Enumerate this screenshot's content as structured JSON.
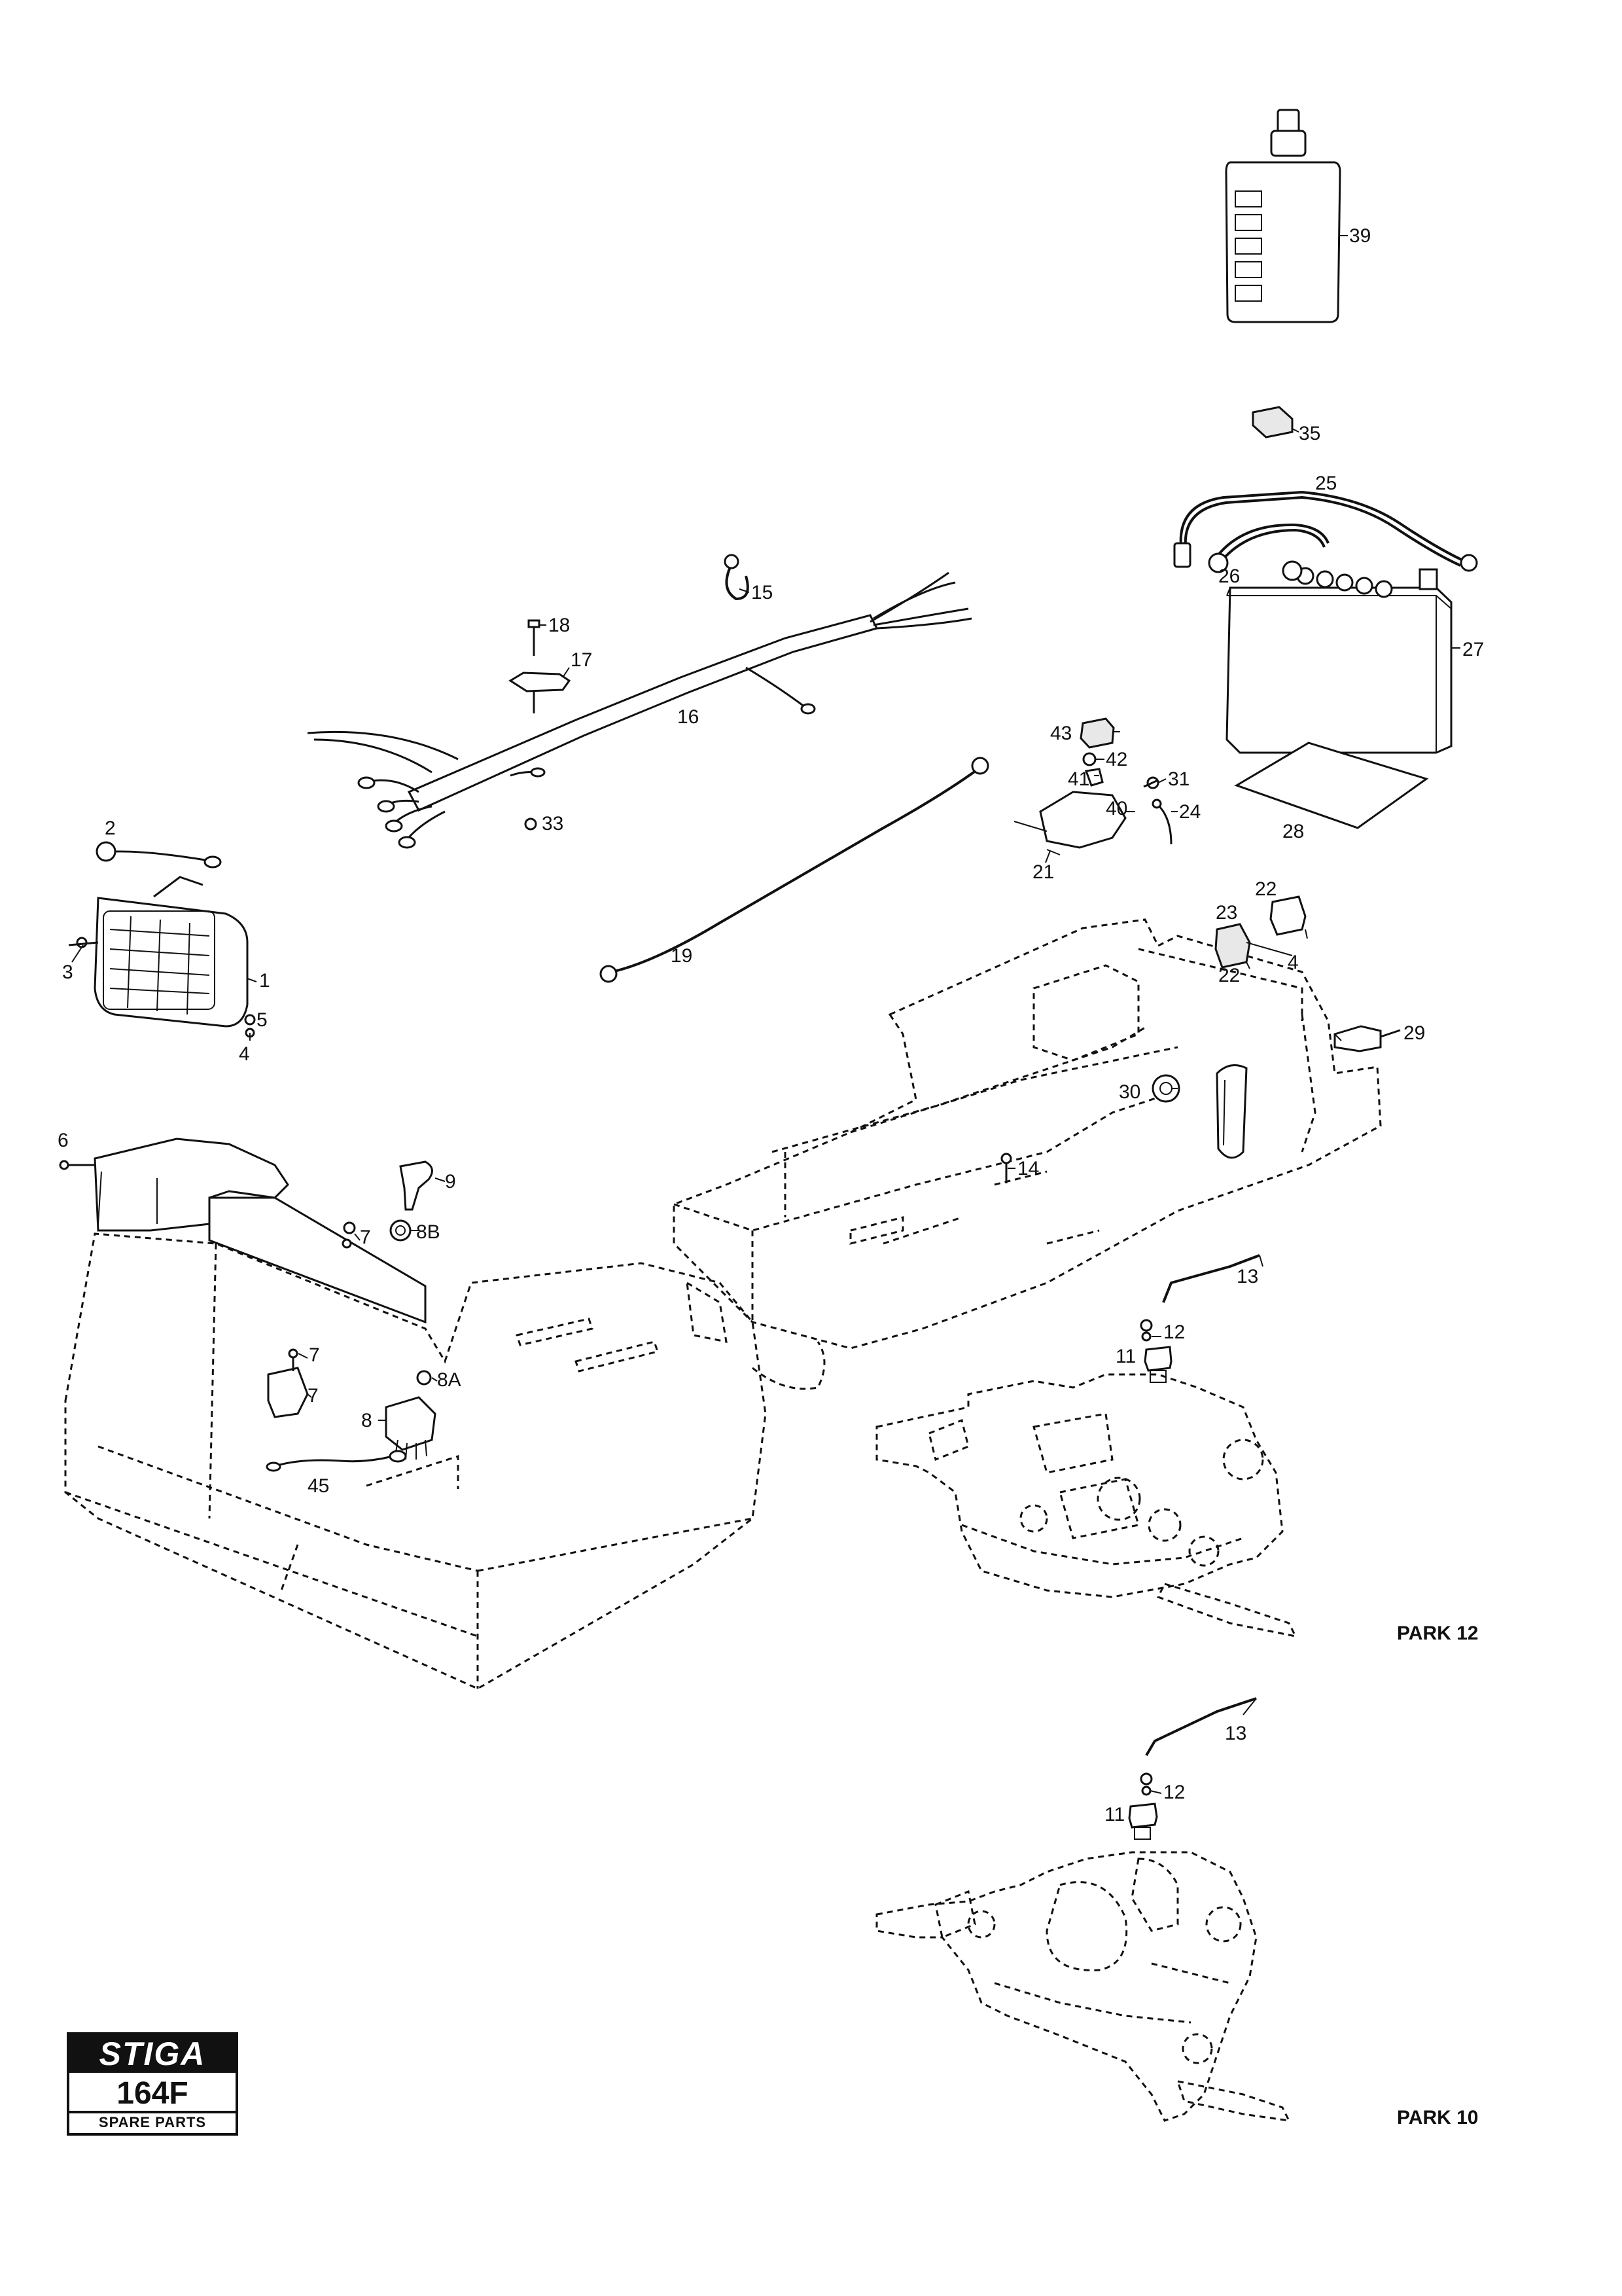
{
  "labels": {
    "l1": "1",
    "l2": "2",
    "l3": "3",
    "l4a": "4",
    "l4b": "4",
    "l5": "5",
    "l6": "6",
    "l7a": "7",
    "l7b": "7",
    "l7c": "7",
    "l8": "8",
    "l8a": "8A",
    "l8b": "8B",
    "l9": "9",
    "l11a": "11",
    "l11b": "11",
    "l12a": "12",
    "l12b": "12",
    "l13a": "13",
    "l13b": "13",
    "l14": "14",
    "l15": "15",
    "l16": "16",
    "l17": "17",
    "l18": "18",
    "l19": "19",
    "l21": "21",
    "l22a": "22",
    "l22b": "22",
    "l23": "23",
    "l24": "24",
    "l25": "25",
    "l26": "26",
    "l27": "27",
    "l28": "28",
    "l29": "29",
    "l30": "30",
    "l31": "31",
    "l33": "33",
    "l35": "35",
    "l39": "39",
    "l40": "40",
    "l41": "41",
    "l42": "42",
    "l43": "43",
    "l45": "45"
  },
  "park12": "PARK 12",
  "park10": "PARK 10",
  "logo": {
    "brand": "STIGA",
    "model": "164F",
    "sub": "SPARE PARTS"
  }
}
